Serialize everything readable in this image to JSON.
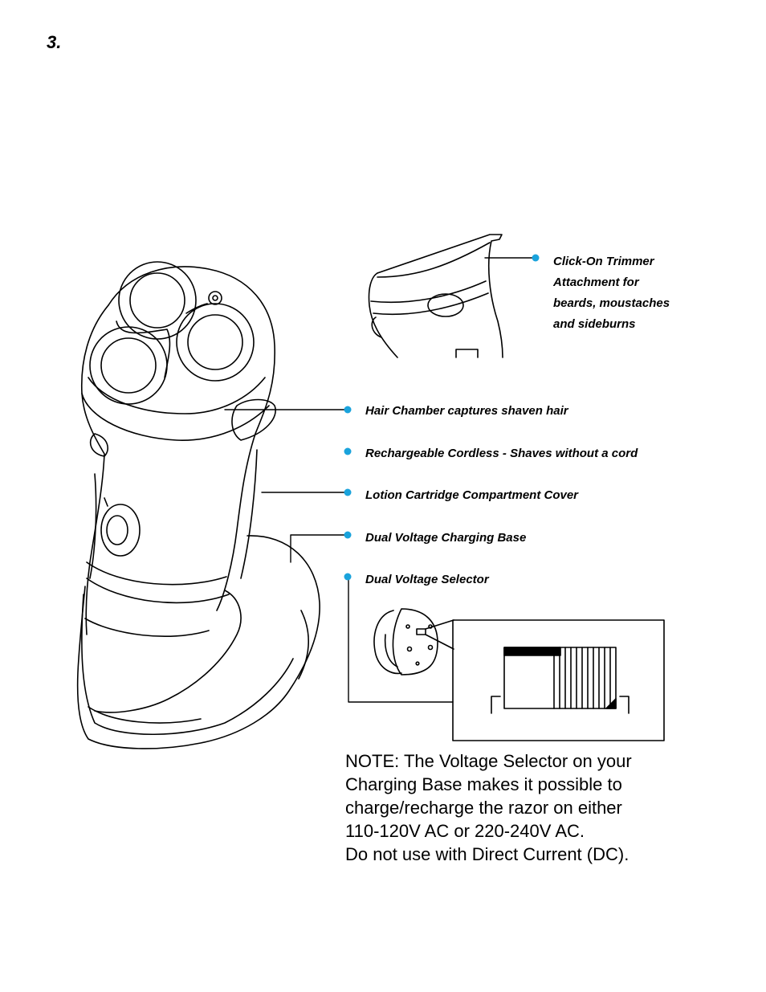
{
  "page": {
    "number": "3."
  },
  "callouts": {
    "trimmer": {
      "lines": [
        "Click-On Trimmer",
        "Attachment for",
        "beards, moustaches",
        "and sideburns"
      ]
    },
    "hair_chamber": "Hair Chamber captures shaven hair",
    "rechargeable": "Rechargeable Cordless - Shaves without a cord",
    "lotion_cover": "Lotion Cartridge Compartment Cover",
    "charging_base": "Dual Voltage Charging Base",
    "voltage_selector": "Dual Voltage Selector"
  },
  "note": {
    "lines": [
      "NOTE:  The Voltage Selector on your",
      "Charging Base makes it possible to",
      "charge/recharge the razor on either",
      "110-120V AC or 220-240V AC.",
      "Do not use with Direct Current (DC)."
    ]
  },
  "colors": {
    "bullet": "#1aa3dc",
    "line": "#000000"
  },
  "icons": {
    "bullet": "dot-icon"
  }
}
